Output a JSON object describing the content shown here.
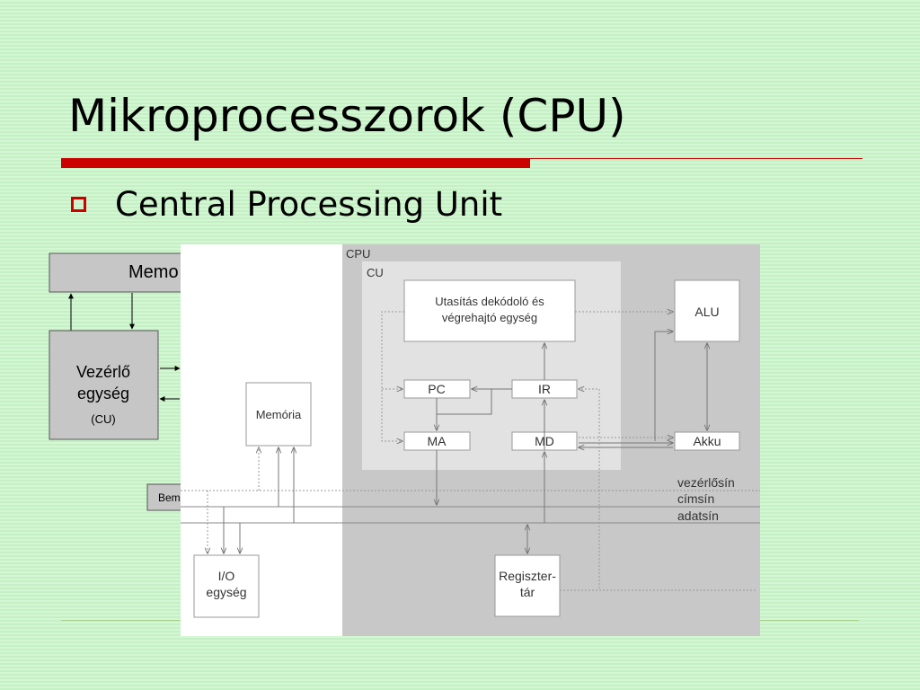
{
  "slide": {
    "title": "Mikroprocesszorok (CPU)",
    "bullet": "Central Processing Unit"
  },
  "background_diagram": {
    "memory_label": "Memo",
    "control_unit_line1": "Vezérlő",
    "control_unit_line2": "egység",
    "control_unit_abbr": "(CU)",
    "input_label": "Bem"
  },
  "diagram": {
    "cpu_label": "CPU",
    "cu_label": "CU",
    "decoder_line1": "Utasítás dekódoló  és",
    "decoder_line2": "végrehajtó egység",
    "alu": "ALU",
    "pc": "PC",
    "ir": "IR",
    "ma": "MA",
    "md": "MD",
    "akku": "Akku",
    "memoria": "Memória",
    "io_line1": "I/O",
    "io_line2": "egység",
    "bus_control": "vezérlősín",
    "bus_address": "címsín",
    "bus_data": "adatsín",
    "register_line1": "Regiszter-",
    "register_line2": "tár"
  },
  "colors": {
    "background": "#ccf5cc",
    "accent_red": "#cc0000",
    "cpu_region": "#c8c8c8",
    "cu_region": "#e2e2e2"
  }
}
